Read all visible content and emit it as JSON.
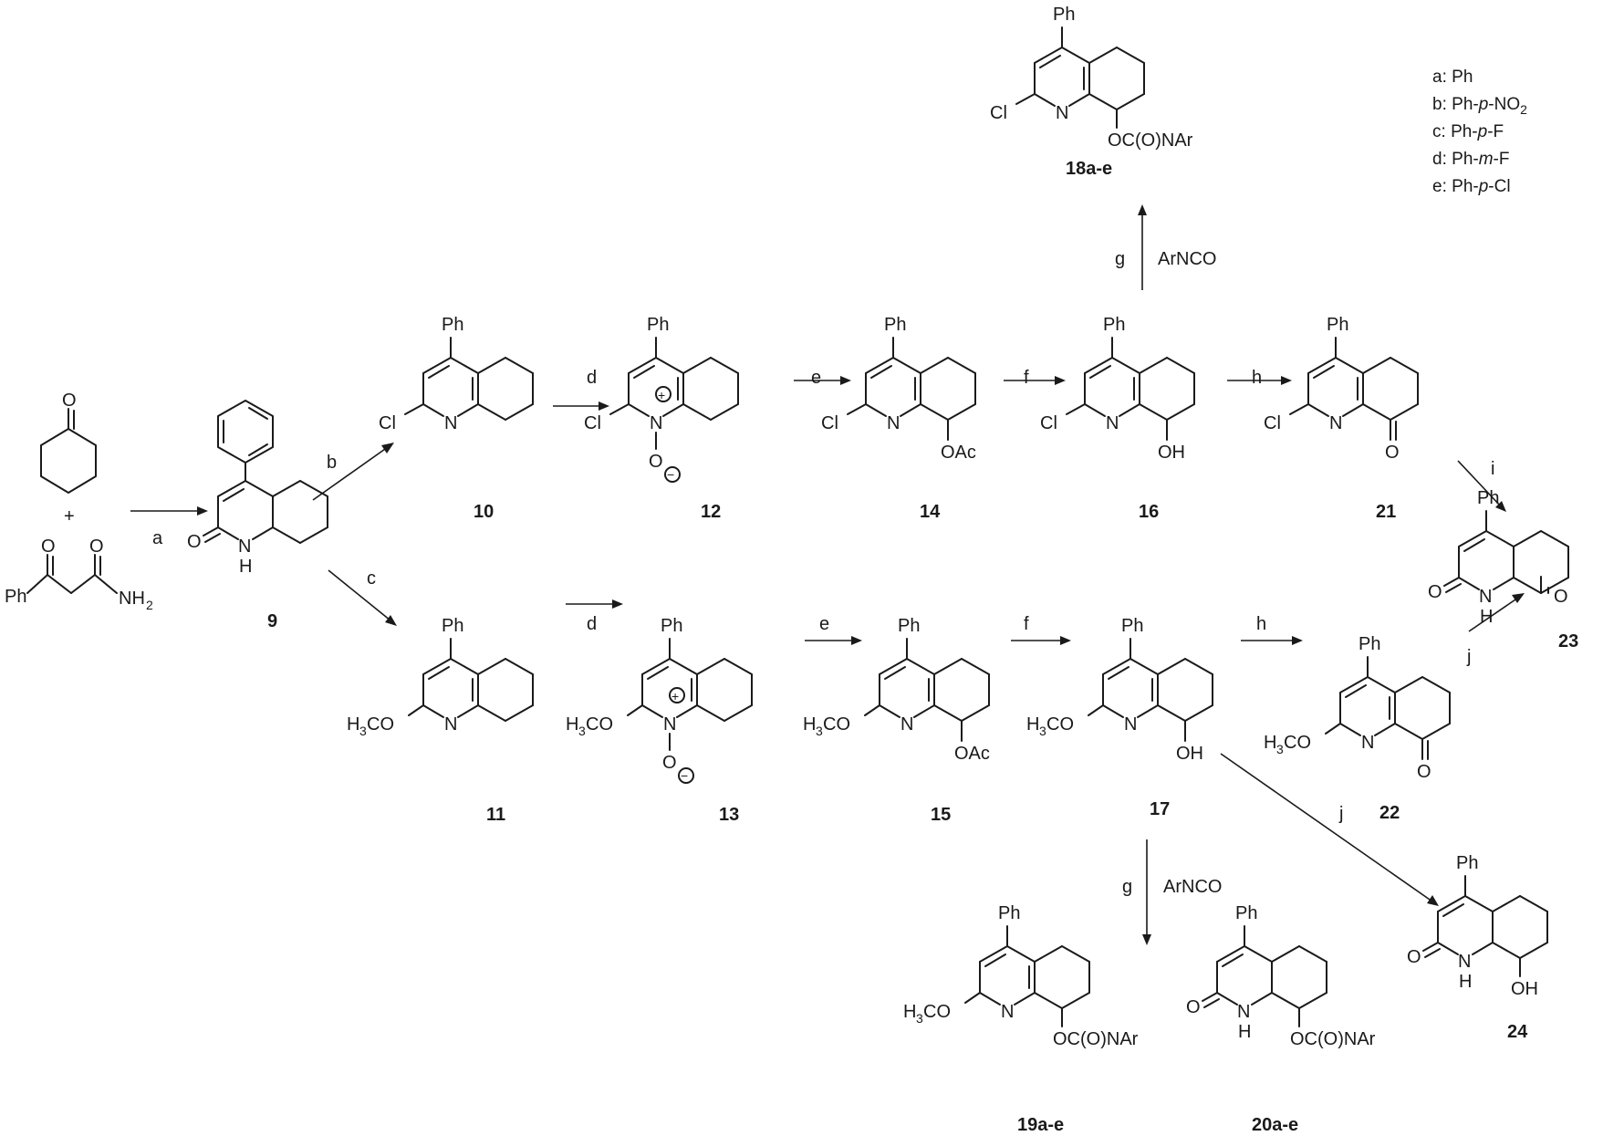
{
  "compounds": [
    {
      "id": "9",
      "label": "9"
    },
    {
      "id": "10",
      "label": "10"
    },
    {
      "id": "11",
      "label": "11"
    },
    {
      "id": "12",
      "label": "12"
    },
    {
      "id": "13",
      "label": "13"
    },
    {
      "id": "14",
      "label": "14"
    },
    {
      "id": "15",
      "label": "15"
    },
    {
      "id": "16",
      "label": "16"
    },
    {
      "id": "17",
      "label": "17"
    },
    {
      "id": "18",
      "label": "18a-e"
    },
    {
      "id": "19",
      "label": "19a-e"
    },
    {
      "id": "20",
      "label": "20a-e"
    },
    {
      "id": "21",
      "label": "21"
    },
    {
      "id": "22",
      "label": "22"
    },
    {
      "id": "23",
      "label": "23"
    },
    {
      "id": "24",
      "label": "24"
    }
  ],
  "atoms": {
    "ph": "Ph",
    "cl": "Cl",
    "n": "N",
    "nh_n": "N",
    "nh_h": "H",
    "o": "O",
    "oac": "OAc",
    "oh": "OH",
    "carbamate": "OC(O)NAr",
    "h3co_h": "H",
    "h3co_sub": "3",
    "h3co_co": "CO",
    "plus": "+",
    "amide_nh": "NH",
    "amide_sub": "2",
    "plus_circle": "+",
    "minus_circle": "−"
  },
  "reagents": {
    "a": "a",
    "b": "b",
    "c": "c",
    "d": "d",
    "e": "e",
    "f": "f",
    "g": "g",
    "h": "h",
    "i": "i",
    "j": "j",
    "arnco": "ArNCO"
  },
  "legend": [
    {
      "key": "a",
      "pre": "Ph",
      "it": "",
      "post": ""
    },
    {
      "key": "b",
      "pre": "Ph-",
      "it": "p",
      "post": "-NO",
      "sub": "2"
    },
    {
      "key": "c",
      "pre": "Ph-",
      "it": "p",
      "post": "-F"
    },
    {
      "key": "d",
      "pre": "Ph-",
      "it": "m",
      "post": "-F"
    },
    {
      "key": "e",
      "pre": "Ph-",
      "it": "p",
      "post": "-Cl"
    }
  ]
}
